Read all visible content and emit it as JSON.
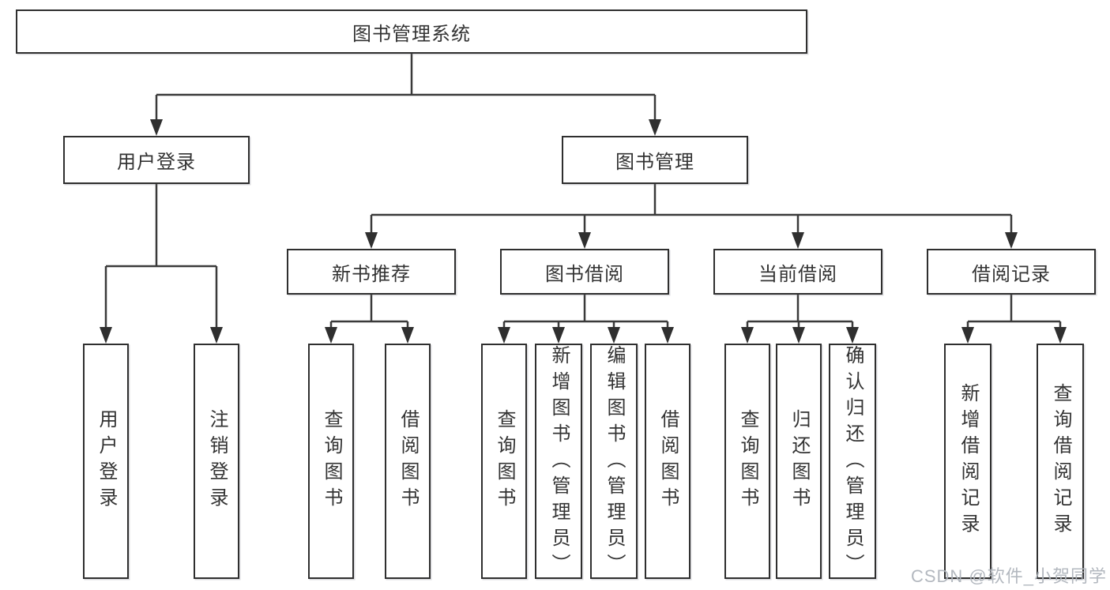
{
  "tree": {
    "root": {
      "label": "图书管理系统"
    },
    "level2": [
      {
        "label": "用户登录",
        "leaves": [
          {
            "label": "用户登录"
          },
          {
            "label": "注销登录"
          }
        ]
      },
      {
        "label": "图书管理",
        "groups": [
          {
            "label": "新书推荐",
            "leaves": [
              {
                "label": "查询图书"
              },
              {
                "label": "借阅图书"
              }
            ]
          },
          {
            "label": "图书借阅",
            "leaves": [
              {
                "label": "查询图书"
              },
              {
                "label": "新增图书（管理员）"
              },
              {
                "label": "编辑图书（管理员）"
              },
              {
                "label": "借阅图书"
              }
            ]
          },
          {
            "label": "当前借阅",
            "leaves": [
              {
                "label": "查询图书"
              },
              {
                "label": "归还图书"
              },
              {
                "label": "确认归还（管理员）"
              }
            ]
          },
          {
            "label": "借阅记录",
            "leaves": [
              {
                "label": "新增借阅记录"
              },
              {
                "label": "查询借阅记录"
              }
            ]
          }
        ]
      }
    ]
  },
  "watermark": "CSDN @软件_小贺同学",
  "colors": {
    "line": "#3a3a3a",
    "box_border": "#2f2f2f",
    "text": "#333333",
    "watermark": "#afb4bc",
    "background": "#ffffff"
  }
}
